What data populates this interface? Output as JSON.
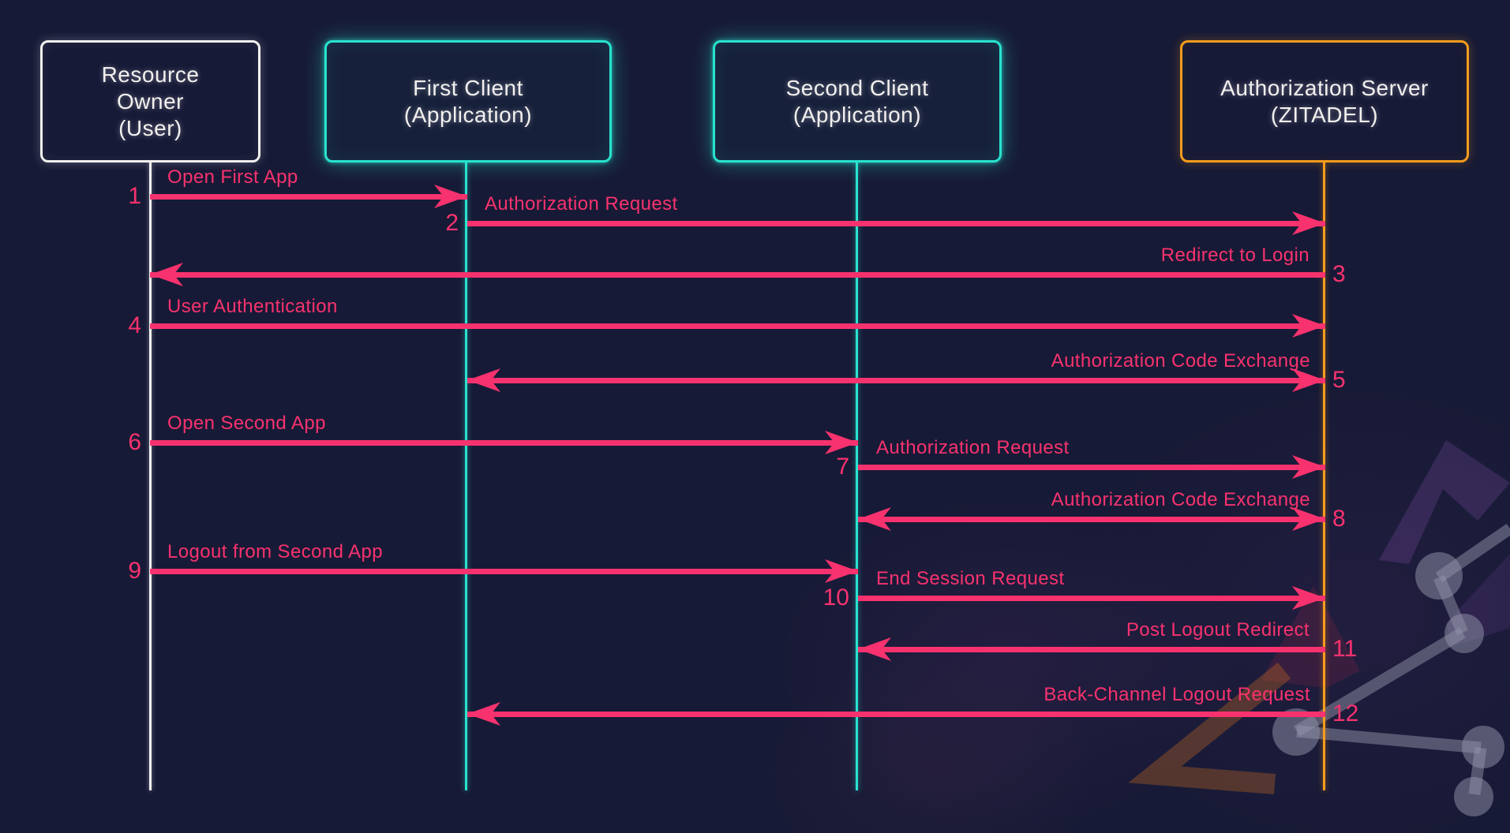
{
  "palette": {
    "background": "#171a36",
    "arrow_pink": "#f8326e",
    "client_cyan": "#29e2cf",
    "server_orange": "#f79c1c",
    "user_white": "#f2f0ee"
  },
  "actors": [
    {
      "id": "resource-owner",
      "label": "Resource\nOwner\n(User)"
    },
    {
      "id": "first-client",
      "label": "First Client\n(Application)"
    },
    {
      "id": "second-client",
      "label": "Second Client\n(Application)"
    },
    {
      "id": "authorization-server",
      "label": "Authorization Server\n(ZITADEL)"
    }
  ],
  "messages": [
    {
      "num": "1",
      "label": "Open First App",
      "from": "resource-owner",
      "to": "first-client"
    },
    {
      "num": "2",
      "label": "Authorization Request",
      "from": "first-client",
      "to": "authorization-server"
    },
    {
      "num": "3",
      "label": "Redirect to Login",
      "from": "authorization-server",
      "to": "resource-owner"
    },
    {
      "num": "4",
      "label": "User Authentication",
      "from": "resource-owner",
      "to": "authorization-server"
    },
    {
      "num": "5",
      "label": "Authorization Code Exchange",
      "from": "authorization-server",
      "to": "first-client",
      "bidirectional": true
    },
    {
      "num": "6",
      "label": "Open Second App",
      "from": "resource-owner",
      "to": "second-client"
    },
    {
      "num": "7",
      "label": "Authorization Request",
      "from": "second-client",
      "to": "authorization-server"
    },
    {
      "num": "8",
      "label": "Authorization Code Exchange",
      "from": "authorization-server",
      "to": "second-client",
      "bidirectional": true
    },
    {
      "num": "9",
      "label": "Logout from Second App",
      "from": "resource-owner",
      "to": "second-client"
    },
    {
      "num": "10",
      "label": "End Session Request",
      "from": "second-client",
      "to": "authorization-server"
    },
    {
      "num": "11",
      "label": "Post Logout Redirect",
      "from": "authorization-server",
      "to": "second-client"
    },
    {
      "num": "12",
      "label": "Back-Channel Logout Request",
      "from": "authorization-server",
      "to": "first-client"
    }
  ]
}
